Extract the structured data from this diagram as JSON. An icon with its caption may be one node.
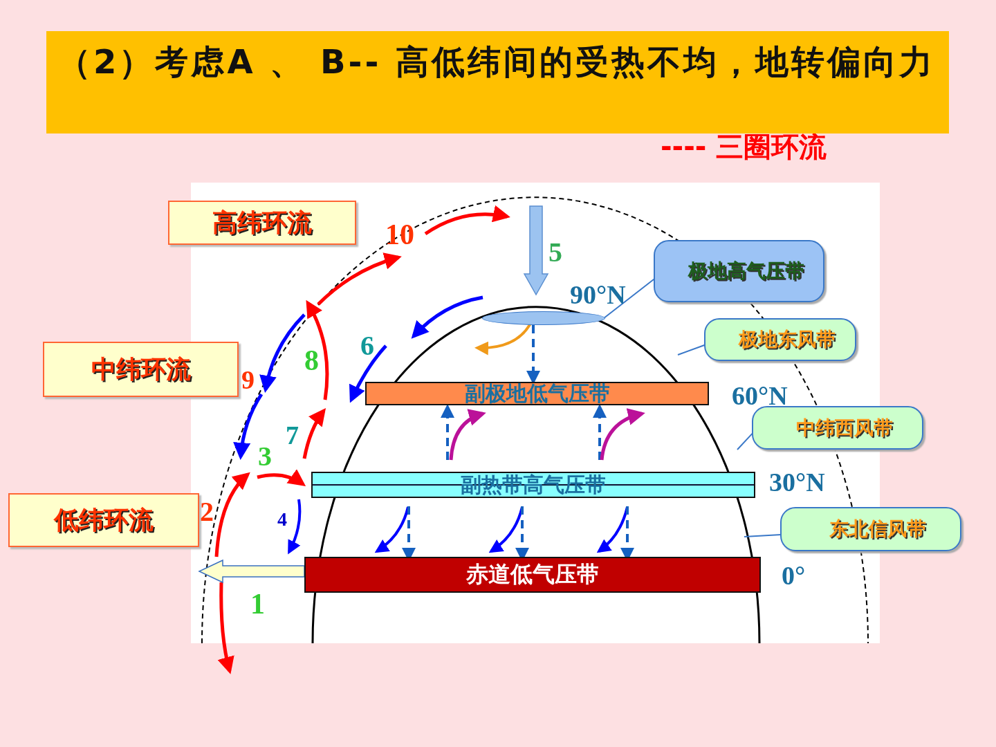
{
  "diagram": {
    "title": "（2）考虑A 、 B-- 高低纬间的受热不均，地转偏向力",
    "nodes": [
      {
        "text": [
          "高纬环流"
        ]
      },
      {
        "text": [
          "中纬环流"
        ]
      },
      {
        "text": [
          "低纬环流"
        ]
      },
      {
        "text": [
          "极地高气压带"
        ]
      },
      {
        "text": [],
        "shape": "ellipse"
      },
      {
        "text": [
          "极地东风带"
        ]
      },
      {
        "text": [
          "副极地低气压带"
        ]
      },
      {
        "text": [
          "中纬西风带"
        ]
      },
      {
        "text": [
          "副热带高气压带"
        ]
      },
      {
        "text": [
          "东北信风带"
        ]
      },
      {
        "text": [
          "赤道低气压带"
        ]
      }
    ],
    "edges": [
      {
        "from": 3,
        "to": 4,
        "arrow": "none"
      },
      {
        "from": 5,
        "to": null,
        "arrow": "none"
      },
      {
        "from": 7,
        "to": null,
        "arrow": "none"
      },
      {
        "from": 9,
        "to": null,
        "arrow": "none"
      },
      {
        "from": 4,
        "to": 6,
        "arrow": "to",
        "style": "dashed"
      },
      {
        "from": 10,
        "to": 2,
        "arrow": "to"
      }
    ],
    "labels": [
      "---- 三圈环流",
      "10",
      "5",
      "90°N",
      "6",
      "8",
      "9",
      "60°N",
      "7",
      "3",
      "30°N",
      "2",
      "4",
      "0°",
      "1"
    ]
  }
}
